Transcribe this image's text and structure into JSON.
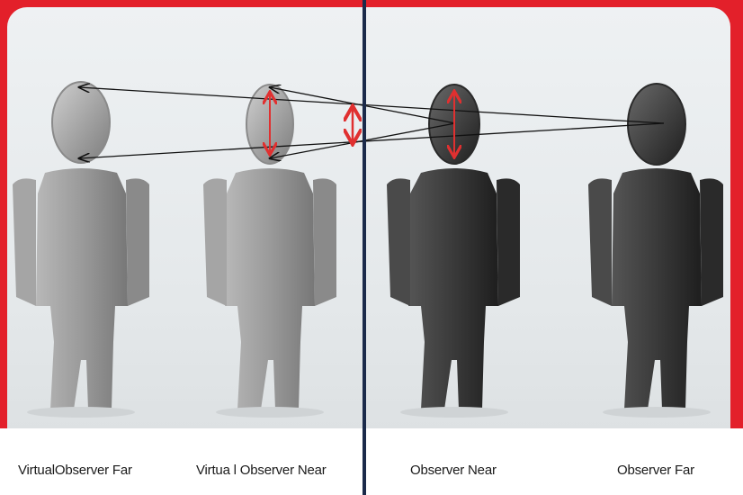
{
  "captions": {
    "virtual_far": "VirtualObserver Far",
    "virtual_near": "Virtua l Observer Near",
    "near": "Observer Near",
    "far": "Observer Far"
  },
  "colors": {
    "frame": "#e3202a",
    "divider": "#1b2a4a",
    "ray": "#111111",
    "arrow": "#e03030",
    "figure_light": "#9a9a9a",
    "figure_dark": "#3a3a3a"
  }
}
